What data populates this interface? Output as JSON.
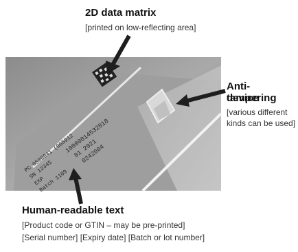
{
  "labels": {
    "data_matrix": {
      "title": "2D data matrix",
      "note": "[printed on low-reflecting area]"
    },
    "anti_tampering": {
      "title_line1": "Anti-tampering",
      "title_line2": "device",
      "note_line1": "[various different",
      "note_line2": "kinds can be used]"
    },
    "human_readable": {
      "title": "Human-readable text",
      "note_line1": "[Product code or GTIN – may be pre-printed]",
      "note_line2": "[Serial number] [Expiry date] [Batch or lot number]"
    }
  },
  "pack_print": {
    "col1": "PC 0500041 (005912",
    "col2": "SN 12345",
    "col3": "EXP",
    "col4": "Batch 1109",
    "right1": "10000014532018",
    "right2": "01 2021",
    "right3": "0242004"
  }
}
